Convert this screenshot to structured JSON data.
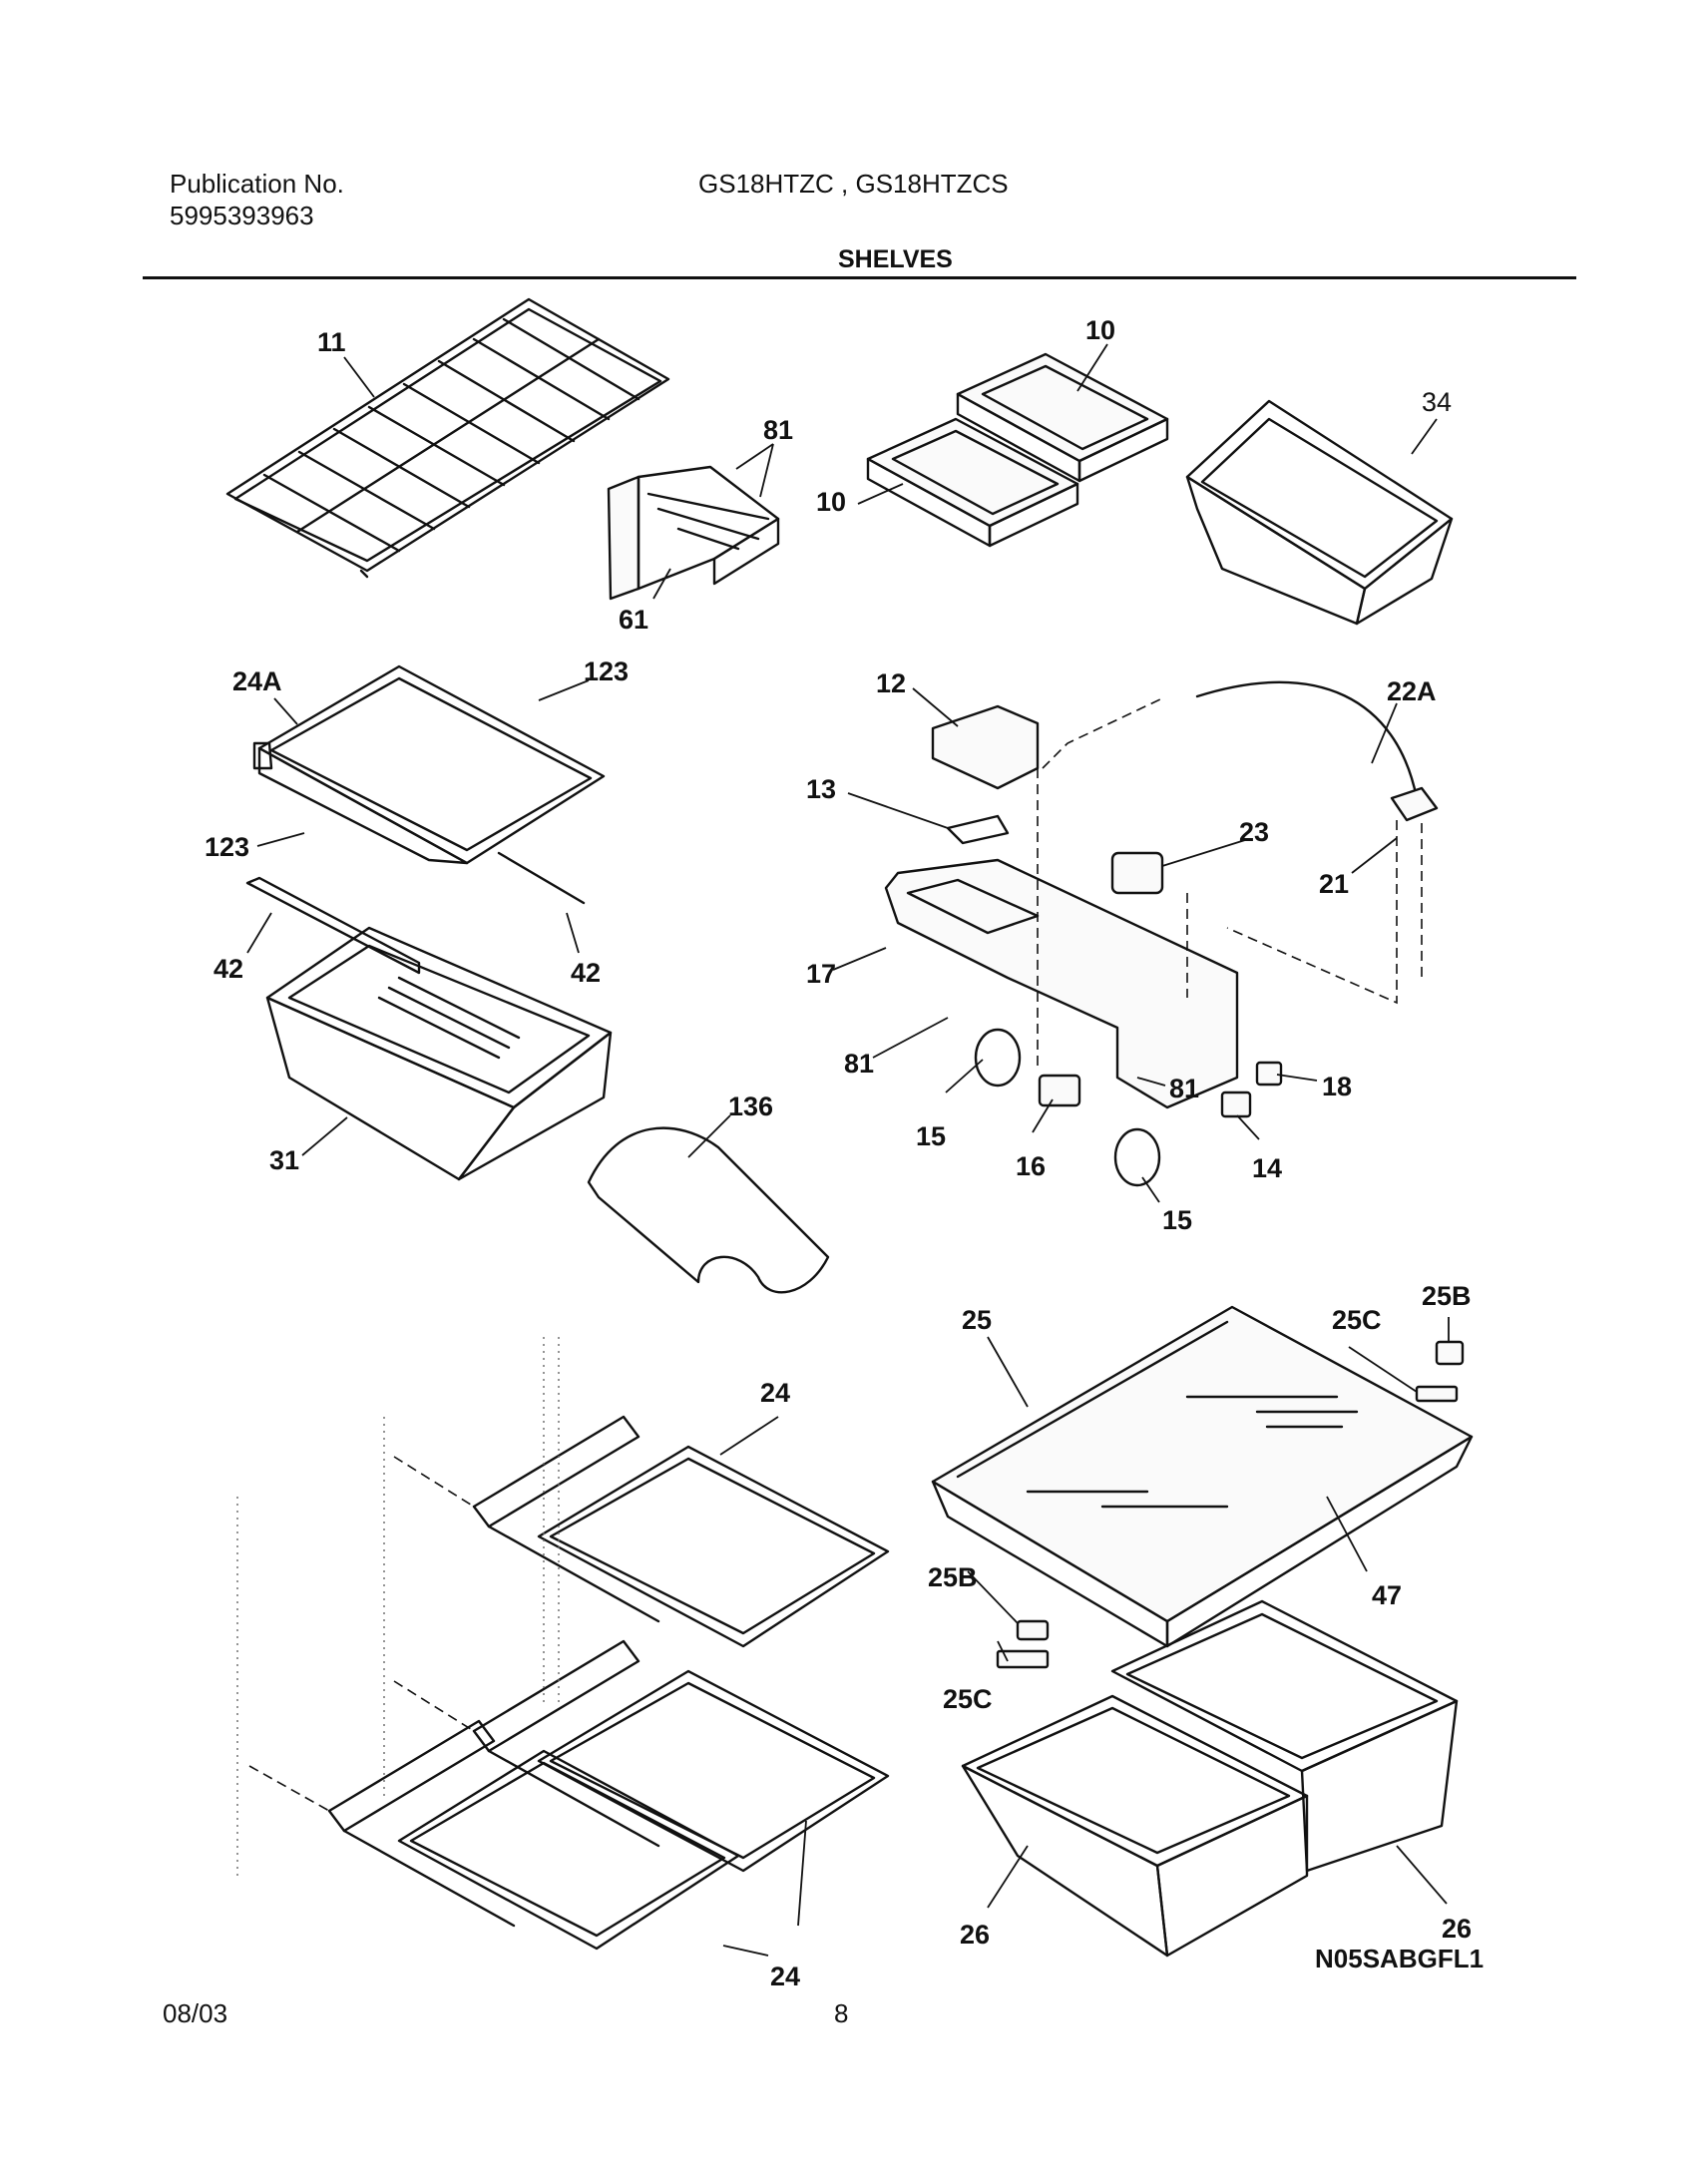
{
  "header": {
    "publication_label": "Publication No.",
    "publication_number": "5995393963",
    "models": "GS18HTZC , GS18HTZCS",
    "section_title": "SHELVES"
  },
  "callouts": {
    "c11": "11",
    "c10a": "10",
    "c10b": "10",
    "c81a": "81",
    "c34": "34",
    "c61": "61",
    "c24A": "24A",
    "c123a": "123",
    "c123b": "123",
    "c42a": "42",
    "c42b": "42",
    "c31": "31",
    "c136": "136",
    "c12": "12",
    "c13": "13",
    "c22A": "22A",
    "c23": "23",
    "c21": "21",
    "c17": "17",
    "c81b": "81",
    "c81c": "81",
    "c15a": "15",
    "c15b": "15",
    "c16": "16",
    "c18": "18",
    "c14": "14",
    "c25": "25",
    "c25C_a": "25C",
    "c25B_a": "25B",
    "c24a": "24",
    "c47": "47",
    "c25B_b": "25B",
    "c25C_b": "25C",
    "c24b": "24",
    "c26a": "26",
    "c26b": "26"
  },
  "footer": {
    "diagram_code": "N05SABGFL1",
    "date": "08/03",
    "page": "8"
  }
}
